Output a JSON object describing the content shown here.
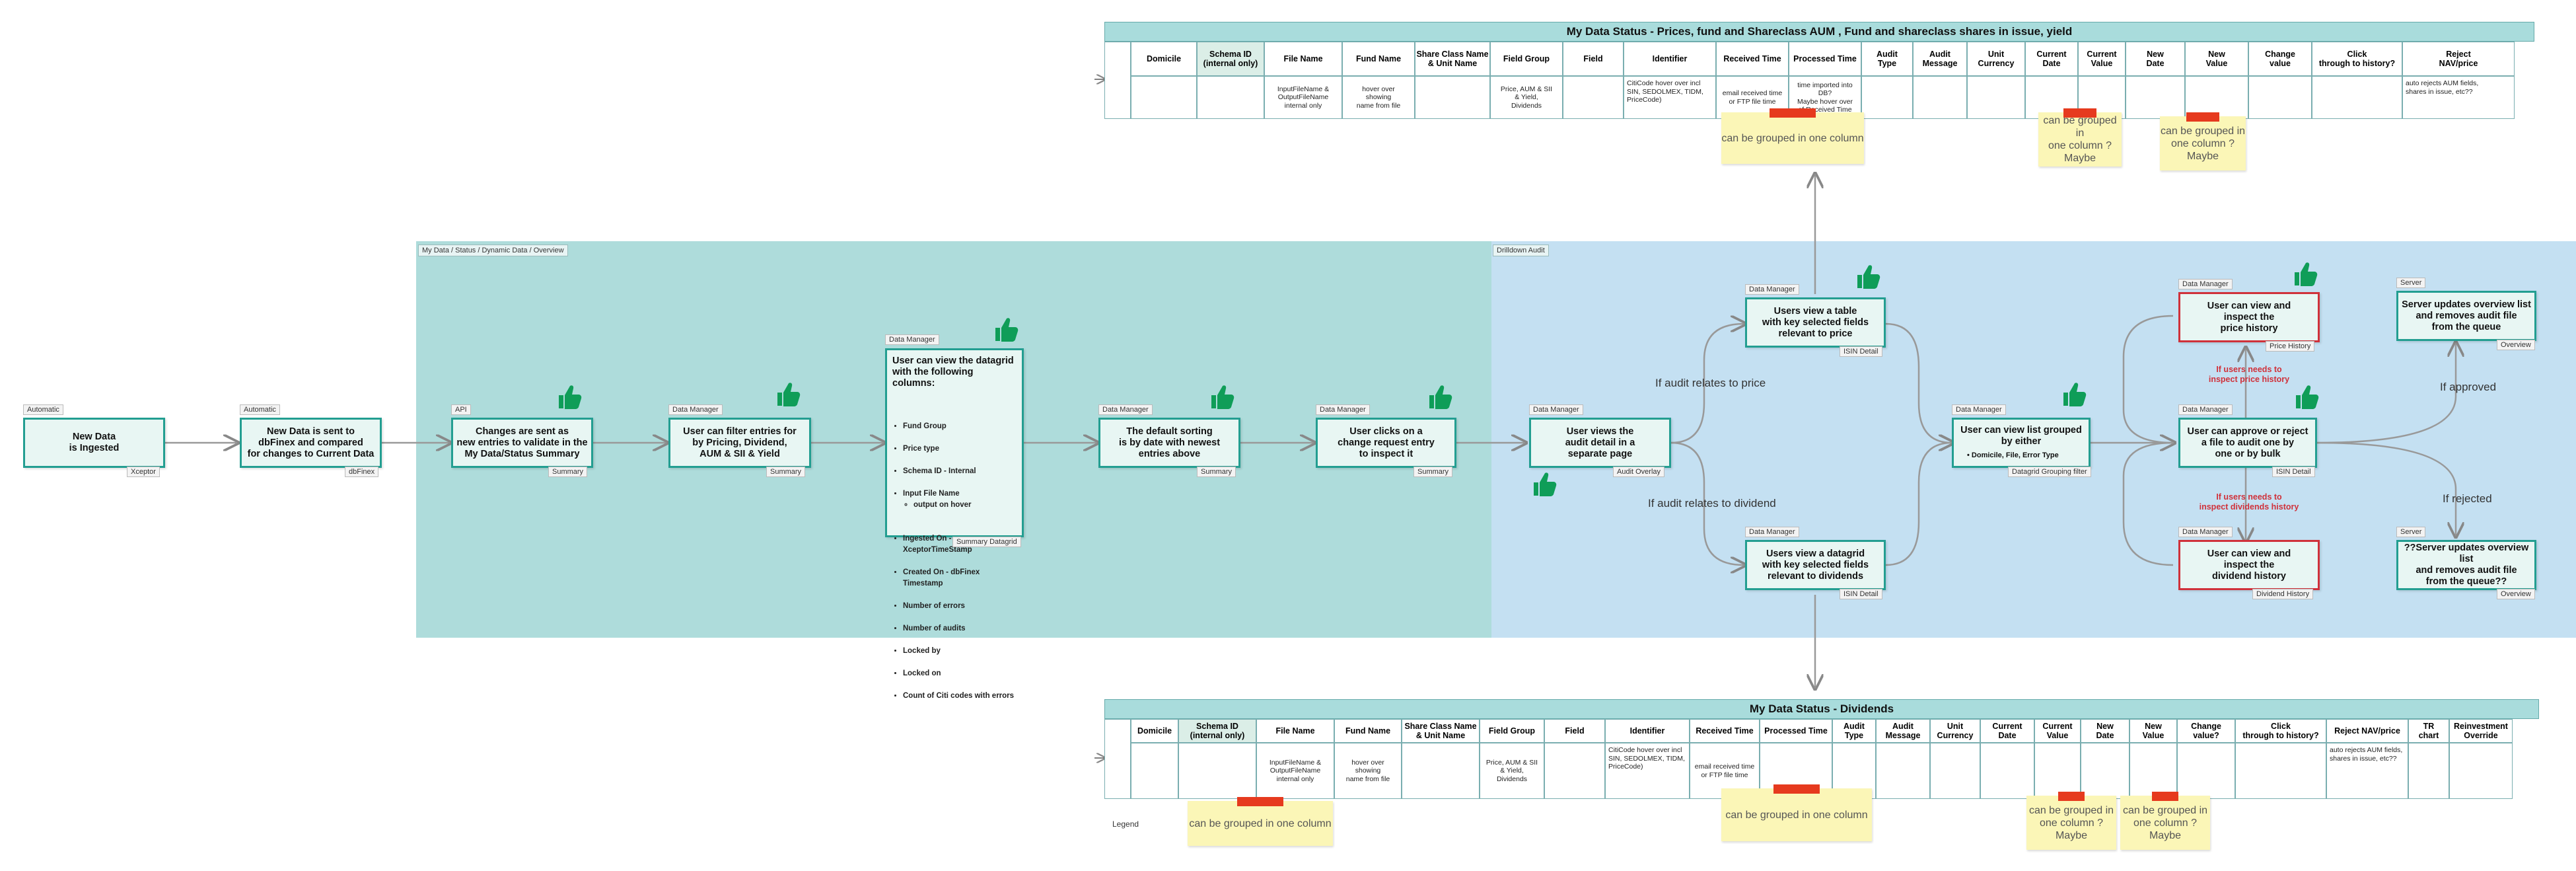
{
  "regions": {
    "overview_label": "My Data / Status / Dynamic Data /  Overview",
    "drilldown_label": "Drilldown Audit"
  },
  "nodes": {
    "ingested": {
      "tag": "Automatic",
      "text": "New Data\nis Ingested",
      "sub": "Xceptor"
    },
    "sent": {
      "tag": "Automatic",
      "text": "New Data is sent to\ndbFinex and compared\nfor changes to Current Data",
      "sub": "dbFinex"
    },
    "changes": {
      "tag": "API",
      "text": "Changes are sent as\nnew entries to validate in the\nMy Data/Status Summary",
      "sub": "Summary"
    },
    "filter": {
      "tag": "Data Manager",
      "text": "User can filter entries for\nby Pricing, Dividend,\nAUM & SII & Yield",
      "sub": "Summary"
    },
    "datagrid": {
      "tag": "Data Manager",
      "title": "User can view the datagrid\nwith the following columns:",
      "sub": "Summary Datagrid",
      "items": [
        "Fund Group",
        "Price type",
        "Schema ID - Internal",
        "Input File Name",
        "Ingested On - XceptorTimeStamp",
        "Created On - dbFinex Timestamp",
        "Number of errors",
        "Number of audits",
        "Locked by",
        "Locked on",
        "Count of Citi codes with errors"
      ],
      "subitem": "output on hover"
    },
    "sorting": {
      "tag": "Data Manager",
      "text": "The default sorting\nis by date with newest\nentries above",
      "sub": "Summary"
    },
    "clicks": {
      "tag": "Data Manager",
      "text": "User clicks on a\nchange request entry\nto inspect it",
      "sub": "Summary"
    },
    "audit_detail": {
      "tag": "Data Manager",
      "text": "User views the\naudit detail in a\nseparate page",
      "sub": "Audit Overlay"
    },
    "price_table": {
      "tag": "Data Manager",
      "text": "Users view a table\nwith key selected fields\nrelevant to price",
      "sub": "ISIN Detail"
    },
    "div_grid": {
      "tag": "Data Manager",
      "text": "Users view a datagrid\nwith key selected fields\nrelevant to dividends",
      "sub": "ISIN Detail"
    },
    "grouped": {
      "tag": "Data Manager",
      "text": "User can view list grouped\nby either",
      "sub": "Datagrid Grouping filter",
      "item": "Domicile, File, Error Type"
    },
    "price_history": {
      "tag": "Data Manager",
      "text": "User can view and\ninspect the\nprice history",
      "sub": "Price History"
    },
    "approve": {
      "tag": "Data Manager",
      "text": "User can approve or reject\na file to audit one by\none or by bulk",
      "sub": "ISIN Detail"
    },
    "div_history": {
      "tag": "Data Manager",
      "text": "User can view and\ninspect the\ndividend history",
      "sub": "Dividend History"
    },
    "server_approve": {
      "tag": "Server",
      "text": "Server updates overview list\nand removes audit file\nfrom the queue",
      "sub": "Overview"
    },
    "server_reject": {
      "tag": "Server",
      "text": "??Server updates overview list\nand removes audit file\nfrom the queue??",
      "sub": "Overview"
    }
  },
  "edge_labels": {
    "price": "If audit relates to price",
    "dividend": "If audit relates to dividend",
    "approved": "If approved",
    "rejected": "If rejected",
    "needs_price": "If users needs to\ninspect price history",
    "needs_div": "If users needs to\ninspect dividends history"
  },
  "top_table": {
    "title": "My Data Status - Prices, fund and Shareclass AUM , Fund and shareclass shares in issue, yield",
    "headers": [
      "Domicile",
      "Schema ID\n(internal only)",
      "File Name",
      "Fund Name",
      "Share Class Name\n& Unit Name",
      "Field Group",
      "Field",
      "Identifier",
      "Received Time",
      "Processed Time",
      "Audit\nType",
      "Audit\nMessage",
      "Unit\nCurrency",
      "Current\nDate",
      "Current\nValue",
      "New\nDate",
      "New\nValue",
      "Change\nvalue",
      "Click\nthrough to history?",
      "Reject\nNAV/price"
    ],
    "cells": {
      "file": "InputFileName &\nOutputFileName\ninternal only",
      "fund": "hover over\nshowing\nname from file",
      "group": "Price, AUM & SII\n& Yield,\nDividends",
      "identifier": "CitiCode hover over incl\nSIN, SEDOLMEX, TIDM,\nPriceCode)",
      "received": "email received time\nor FTP file time",
      "processed": "time imported into\nDB?\nMaybe hover over\nof Received Time",
      "reject": "auto rejects AUM fields,\nshares in issue, etc??"
    }
  },
  "bottom_table": {
    "title": "My Data Status - Dividends",
    "headers": [
      "Domicile",
      "Schema ID\n(internal only)",
      "File Name",
      "Fund Name",
      "Share Class Name\n& Unit Name",
      "Field Group",
      "Field",
      "Identifier",
      "Received Time",
      "Processed Time",
      "Audit\nType",
      "Audit\nMessage",
      "Unit\nCurrency",
      "Current\nDate",
      "Current\nValue",
      "New\nDate",
      "New\nValue",
      "Change\nvalue?",
      "Click\nthrough to history?",
      "Reject NAV/price",
      "TR\nchart",
      "Reinvestment\nOverride"
    ],
    "cells": {
      "file": "InputFileName &\nOutputFileName\ninternal only",
      "fund": "hover over\nshowing\nname from file",
      "group": "Price, AUM & SII\n& Yield,\nDividends",
      "identifier": "CitiCode hover over incl\nSIN, SEDOLMEX, TIDM,\nPriceCode)",
      "received": "email received time\nor FTP file time",
      "reject": "auto rejects AUM fields,\nshares in issue, etc??"
    }
  },
  "stickies": {
    "top_group": "can be grouped in one column",
    "top_maybe1": "can be grouped in\none column ?\nMaybe",
    "top_maybe2": "can be grouped in\none column ?\nMaybe",
    "bot_schema": "can be grouped in one column",
    "bot_group": "can be grouped in one column",
    "bot_maybe1": "can be grouped in\none column ?\nMaybe",
    "bot_maybe2": "can be grouped in\none column ?\nMaybe"
  },
  "legend": "Legend",
  "colors": {
    "teal_region": "#aedcdb",
    "blue_region": "#c4e0f2",
    "node_border": "#239e91",
    "red_border": "#d0313a",
    "sticky": "#fbf6b7",
    "thumb": "#0f9d58"
  }
}
